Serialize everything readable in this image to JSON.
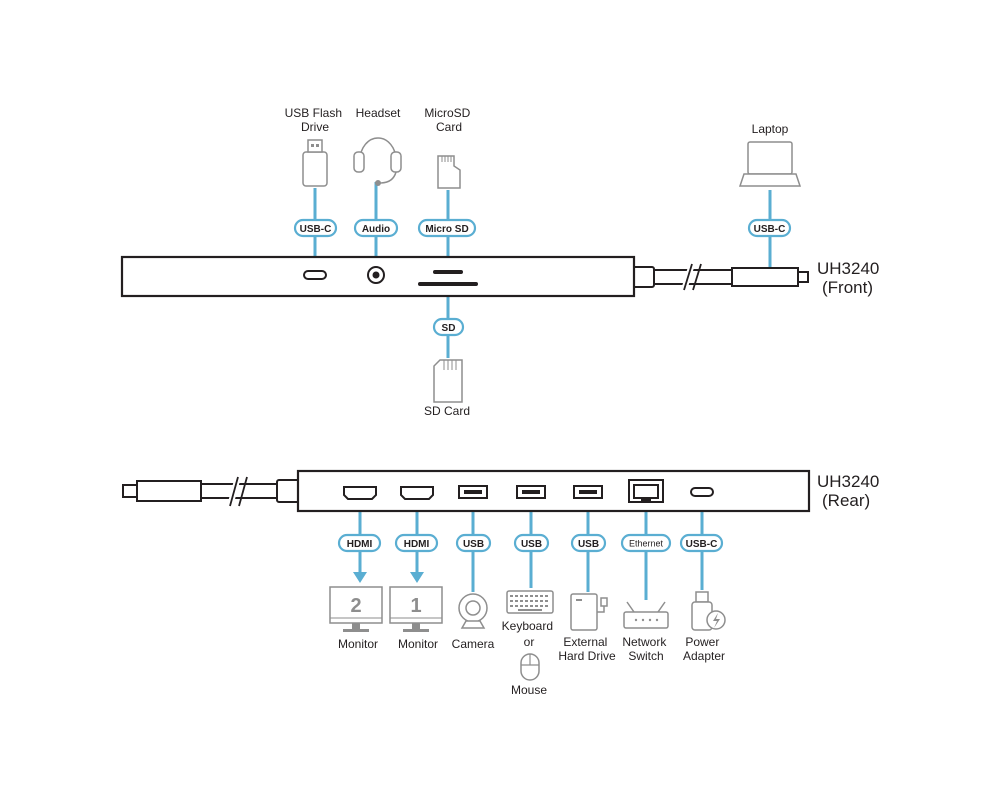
{
  "front": {
    "model": "UH3240",
    "view": "(Front)",
    "devices": {
      "usb_flash": [
        "USB Flash",
        "Drive"
      ],
      "headset": "Headset",
      "microsd_card": [
        "MicroSD",
        "Card"
      ],
      "laptop": "Laptop",
      "sd_card": "SD Card"
    },
    "ports": {
      "usb_c": "USB-C",
      "audio": "Audio",
      "micro_sd": "Micro SD",
      "laptop_usb_c": "USB-C",
      "sd": "SD"
    }
  },
  "rear": {
    "model": "UH3240",
    "view": "(Rear)",
    "ports": {
      "hdmi1": "HDMI",
      "hdmi2": "HDMI",
      "usb1": "USB",
      "usb2": "USB",
      "usb3": "USB",
      "ethernet": "Ethernet",
      "usb_c": "USB-C"
    },
    "devices": {
      "monitor2": "Monitor",
      "monitor2_num": "2",
      "monitor1": "Monitor",
      "monitor1_num": "1",
      "camera": "Camera",
      "keyboard": [
        "Keyboard",
        "or"
      ],
      "mouse": "Mouse",
      "hard_drive": [
        "External",
        "Hard Drive"
      ],
      "network_switch": [
        "Network",
        "Switch"
      ],
      "power_adapter": [
        "Power",
        "Adapter"
      ]
    }
  },
  "colors": {
    "line": "#5aaed2",
    "outline": "#231f20",
    "device": "#8e8e8e"
  }
}
